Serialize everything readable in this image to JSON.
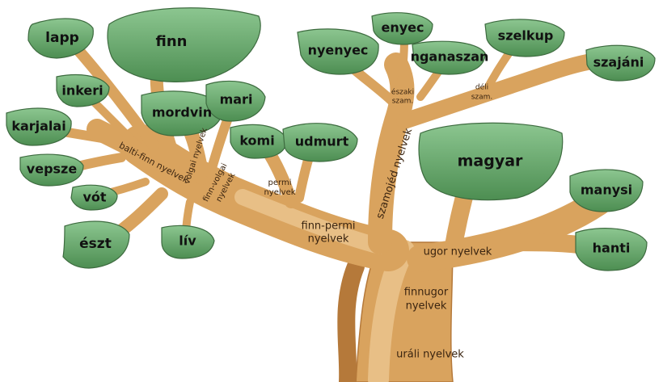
{
  "colors": {
    "trunk": "#d9a35e",
    "trunk_light": "#e8bf86",
    "trunk_edge": "#b5793a",
    "leaf": "#66a86a",
    "leaf_light": "#8cc690",
    "leaf_dark": "#3d7a43"
  },
  "languages": {
    "lapp": "lapp",
    "finn": "finn",
    "inkeri": "inkeri",
    "karjalai": "karjalai",
    "vepsze": "vepsze",
    "vot": "vót",
    "eszt": "észt",
    "liv": "lív",
    "mordvin": "mordvin",
    "mari": "mari",
    "komi": "komi",
    "udmurt": "udmurt",
    "nyenyec": "nyenyec",
    "enyec": "enyec",
    "nganaszan": "nganaszan",
    "szelkup": "szelkup",
    "szajani": "szajáni",
    "magyar": "magyar",
    "manysi": "manysi",
    "hanti": "hanti"
  },
  "groups": {
    "balti_finn": "balti-finn nyelvek",
    "volgai": "volgai nyelvek",
    "finn_volgai_1": "finn-volgai",
    "finn_volgai_2": "nyelvek",
    "permi_1": "permi",
    "permi_2": "nyelvek",
    "finn_permi_1": "finn-permi",
    "finn_permi_2": "nyelvek",
    "eszaki_1": "északi",
    "eszaki_2": "szam.",
    "deli_1": "déli",
    "deli_2": "szam.",
    "szamojed": "szamojéd nyelvek",
    "ugor": "ugor nyelvek",
    "finnugor_1": "finnugor",
    "finnugor_2": "nyelvek",
    "urali": "uráli nyelvek"
  }
}
